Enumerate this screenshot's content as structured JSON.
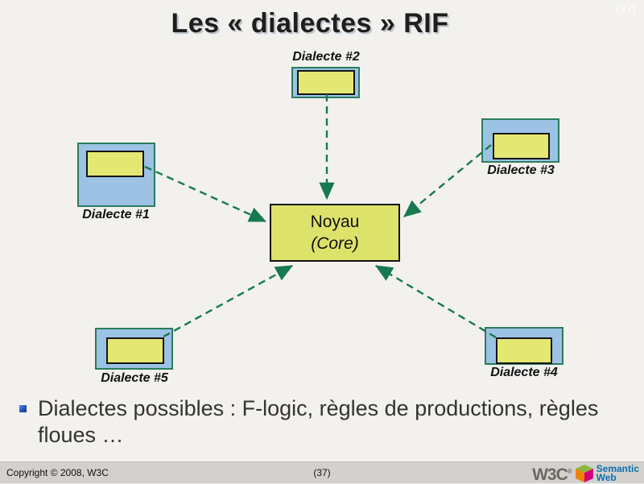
{
  "slide": {
    "title": "Les « dialectes » RIF",
    "corner_page_number": "(37)"
  },
  "diagram": {
    "core": {
      "title": "Noyau",
      "subtitle": "(Core)"
    },
    "dialects": [
      {
        "label": "Dialecte #1"
      },
      {
        "label": "Dialecte #2"
      },
      {
        "label": "Dialecte #3"
      },
      {
        "label": "Dialecte #4"
      },
      {
        "label": "Dialecte #5"
      }
    ]
  },
  "bullets": [
    {
      "text": "Dialectes possibles : F-logic, règles de productions, règles floues …"
    }
  ],
  "footer": {
    "copyright": "Copyright © 2008, W3C",
    "page_number": "(37)",
    "w3c": "W3C",
    "w3c_reg": "®",
    "semantic_web": [
      "Semantic",
      "Web"
    ]
  },
  "colors": {
    "background": "#f2f1ee",
    "dialect_box_fill": "#9cc2e4",
    "dialect_box_border": "#2b7c5e",
    "inner_box_fill": "#e4e873",
    "core_box_fill": "#dde26b",
    "arrow_green": "#17794e",
    "footer_bar": "#d3d1ce",
    "semantic_web_blue": "#0b6db1",
    "w3c_gray": "#6c6863",
    "bullet_blue": "#2356b8"
  }
}
